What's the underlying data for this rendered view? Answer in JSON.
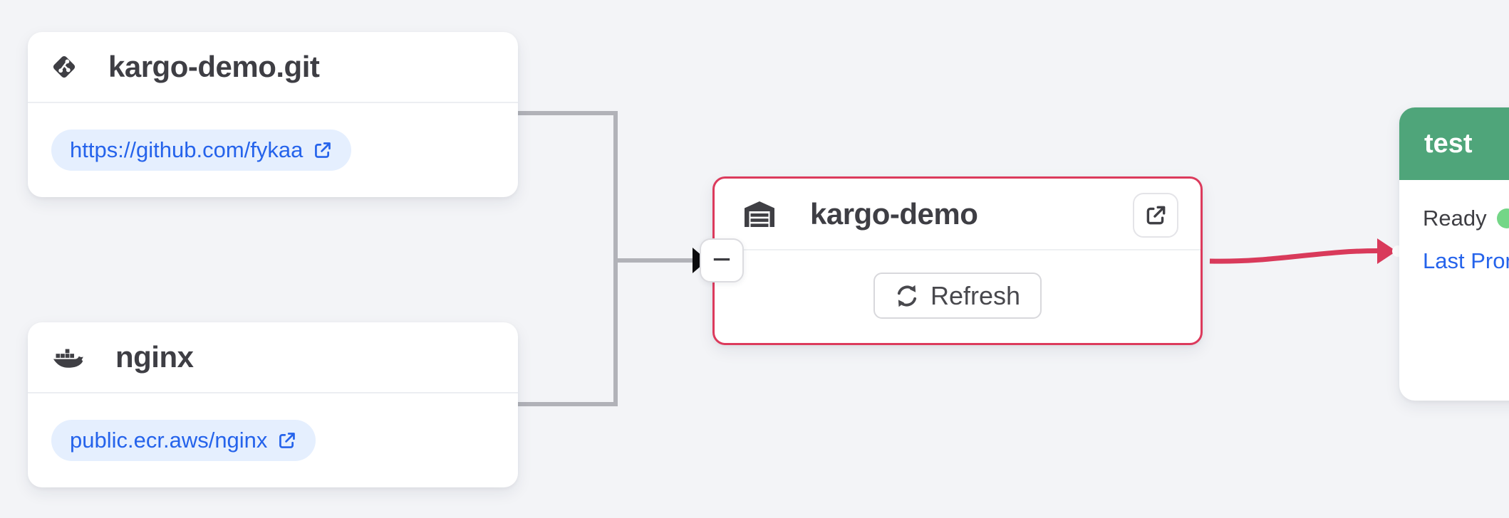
{
  "colors": {
    "background": "#f3f4f7",
    "warehouse_border_red": "#dc3a5c",
    "promotion_edge_red": "#d93a5b",
    "stage_header_green": "#4fa57a",
    "healthy_dot_green": "#74d687",
    "link_blue": "#2563eb",
    "link_pill_bg": "#e5effe",
    "connector_gray": "#b1b2b8"
  },
  "repos": [
    {
      "title": "kargo-demo.git",
      "icon": "git-icon",
      "link_label": "https://github.com/fykaa"
    },
    {
      "title": "nginx",
      "icon": "docker-icon",
      "link_label": "public.ecr.aws/nginx"
    }
  ],
  "warehouse": {
    "title": "kargo-demo",
    "refresh_label": "Refresh",
    "collapse_label": "−"
  },
  "stage": {
    "name": "test",
    "ready_label": "Ready",
    "last_promotion_label": "Last Promoted"
  }
}
